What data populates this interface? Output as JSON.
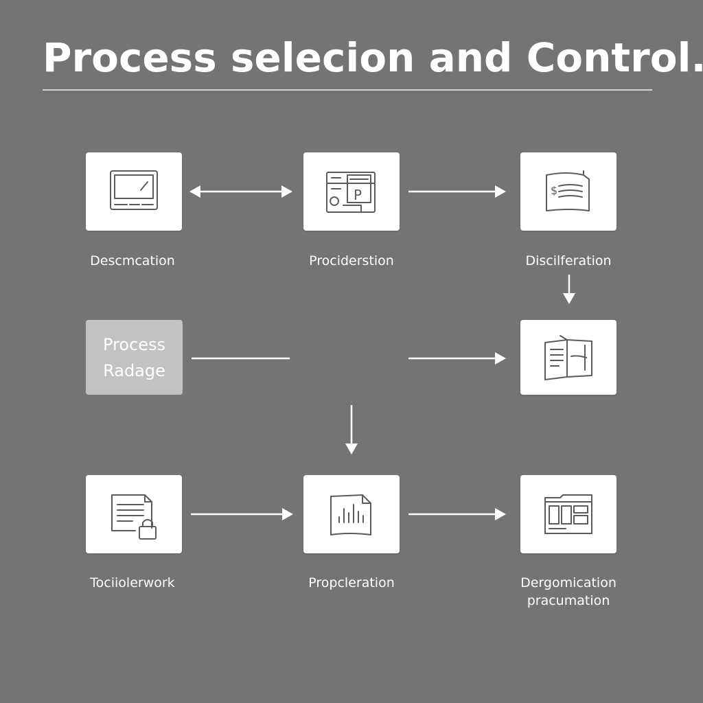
{
  "title": "Process selecion and Control.",
  "nodes": {
    "n1": {
      "label": "Descmcation",
      "icon": "monitor-icon"
    },
    "n2": {
      "label": "Prociderstion",
      "icon": "form-card-icon"
    },
    "n3": {
      "label": "Discilferation",
      "icon": "invoice-document-icon"
    },
    "n4": {
      "label_line1": "Process",
      "label_line2": "Radage"
    },
    "n5": {
      "icon": "open-document-icon"
    },
    "n6": {
      "label": "Tociiolerwork",
      "icon": "locked-document-icon"
    },
    "n7": {
      "label": "Propcleration",
      "icon": "chart-document-icon"
    },
    "n8": {
      "label_line1": "Dergomication",
      "label_line2": "pracumation",
      "icon": "dashboard-folder-icon"
    }
  },
  "colors": {
    "background": "#737476",
    "node": "#ffffff",
    "highlight_node": "#c2c3c1",
    "connector": "#ffffff",
    "title_rule": "#c8d6dc"
  }
}
